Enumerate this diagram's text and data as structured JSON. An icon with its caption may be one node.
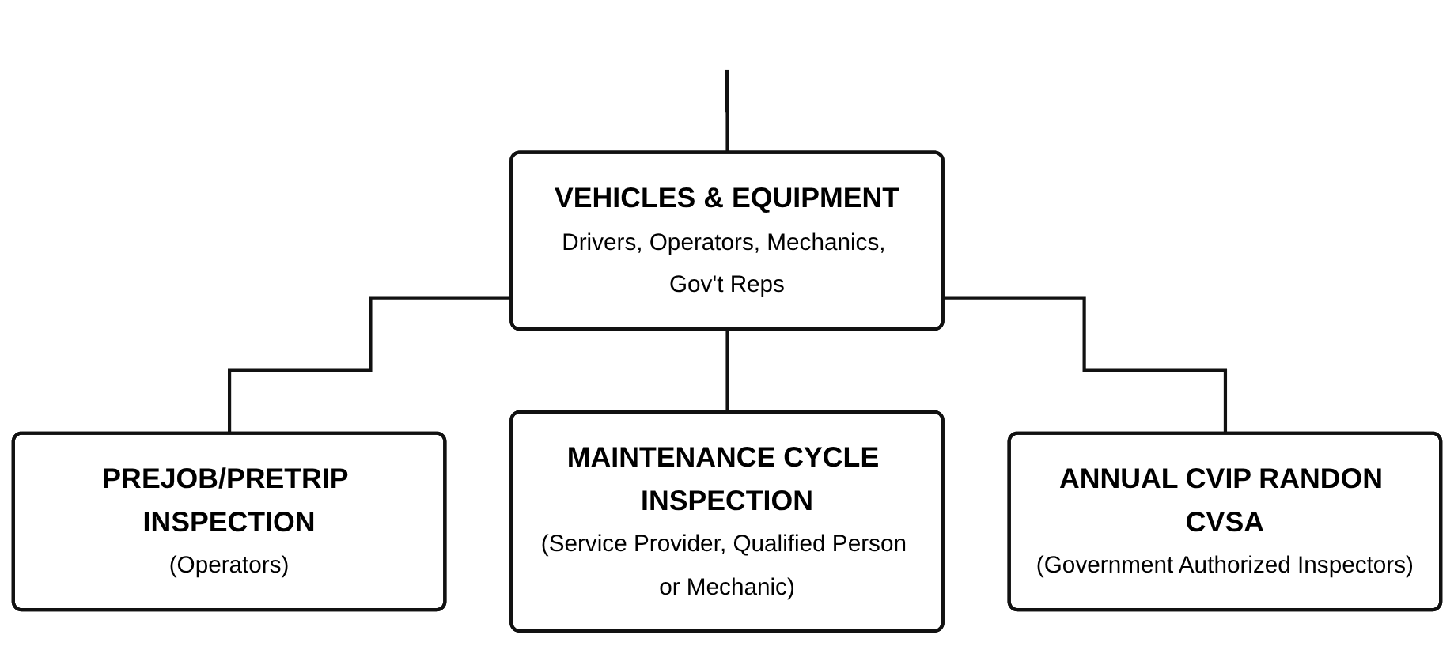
{
  "diagram": {
    "nodes": [
      {
        "text": [
          "VEHICLES & EQUIPMENT",
          "Drivers, Operators, Mechanics, Gov't Reps"
        ]
      },
      {
        "text": [
          "PREJOB/PRETRIP INSPECTION",
          "(Operators)"
        ]
      },
      {
        "text": [
          "MAINTENANCE CYCLE INSPECTION",
          "(Service Provider, Qualified Person or Mechanic)"
        ]
      },
      {
        "text": [
          "ANNUAL CVIP RANDON CVSA",
          "(Government Authorized Inspectors)"
        ]
      }
    ],
    "edges": [
      {
        "from": null,
        "to": 0,
        "arrow": "none"
      },
      {
        "from": 0,
        "to": 1,
        "arrow": "none"
      },
      {
        "from": 0,
        "to": 2,
        "arrow": "none"
      },
      {
        "from": 0,
        "to": 3,
        "arrow": "none"
      }
    ]
  }
}
